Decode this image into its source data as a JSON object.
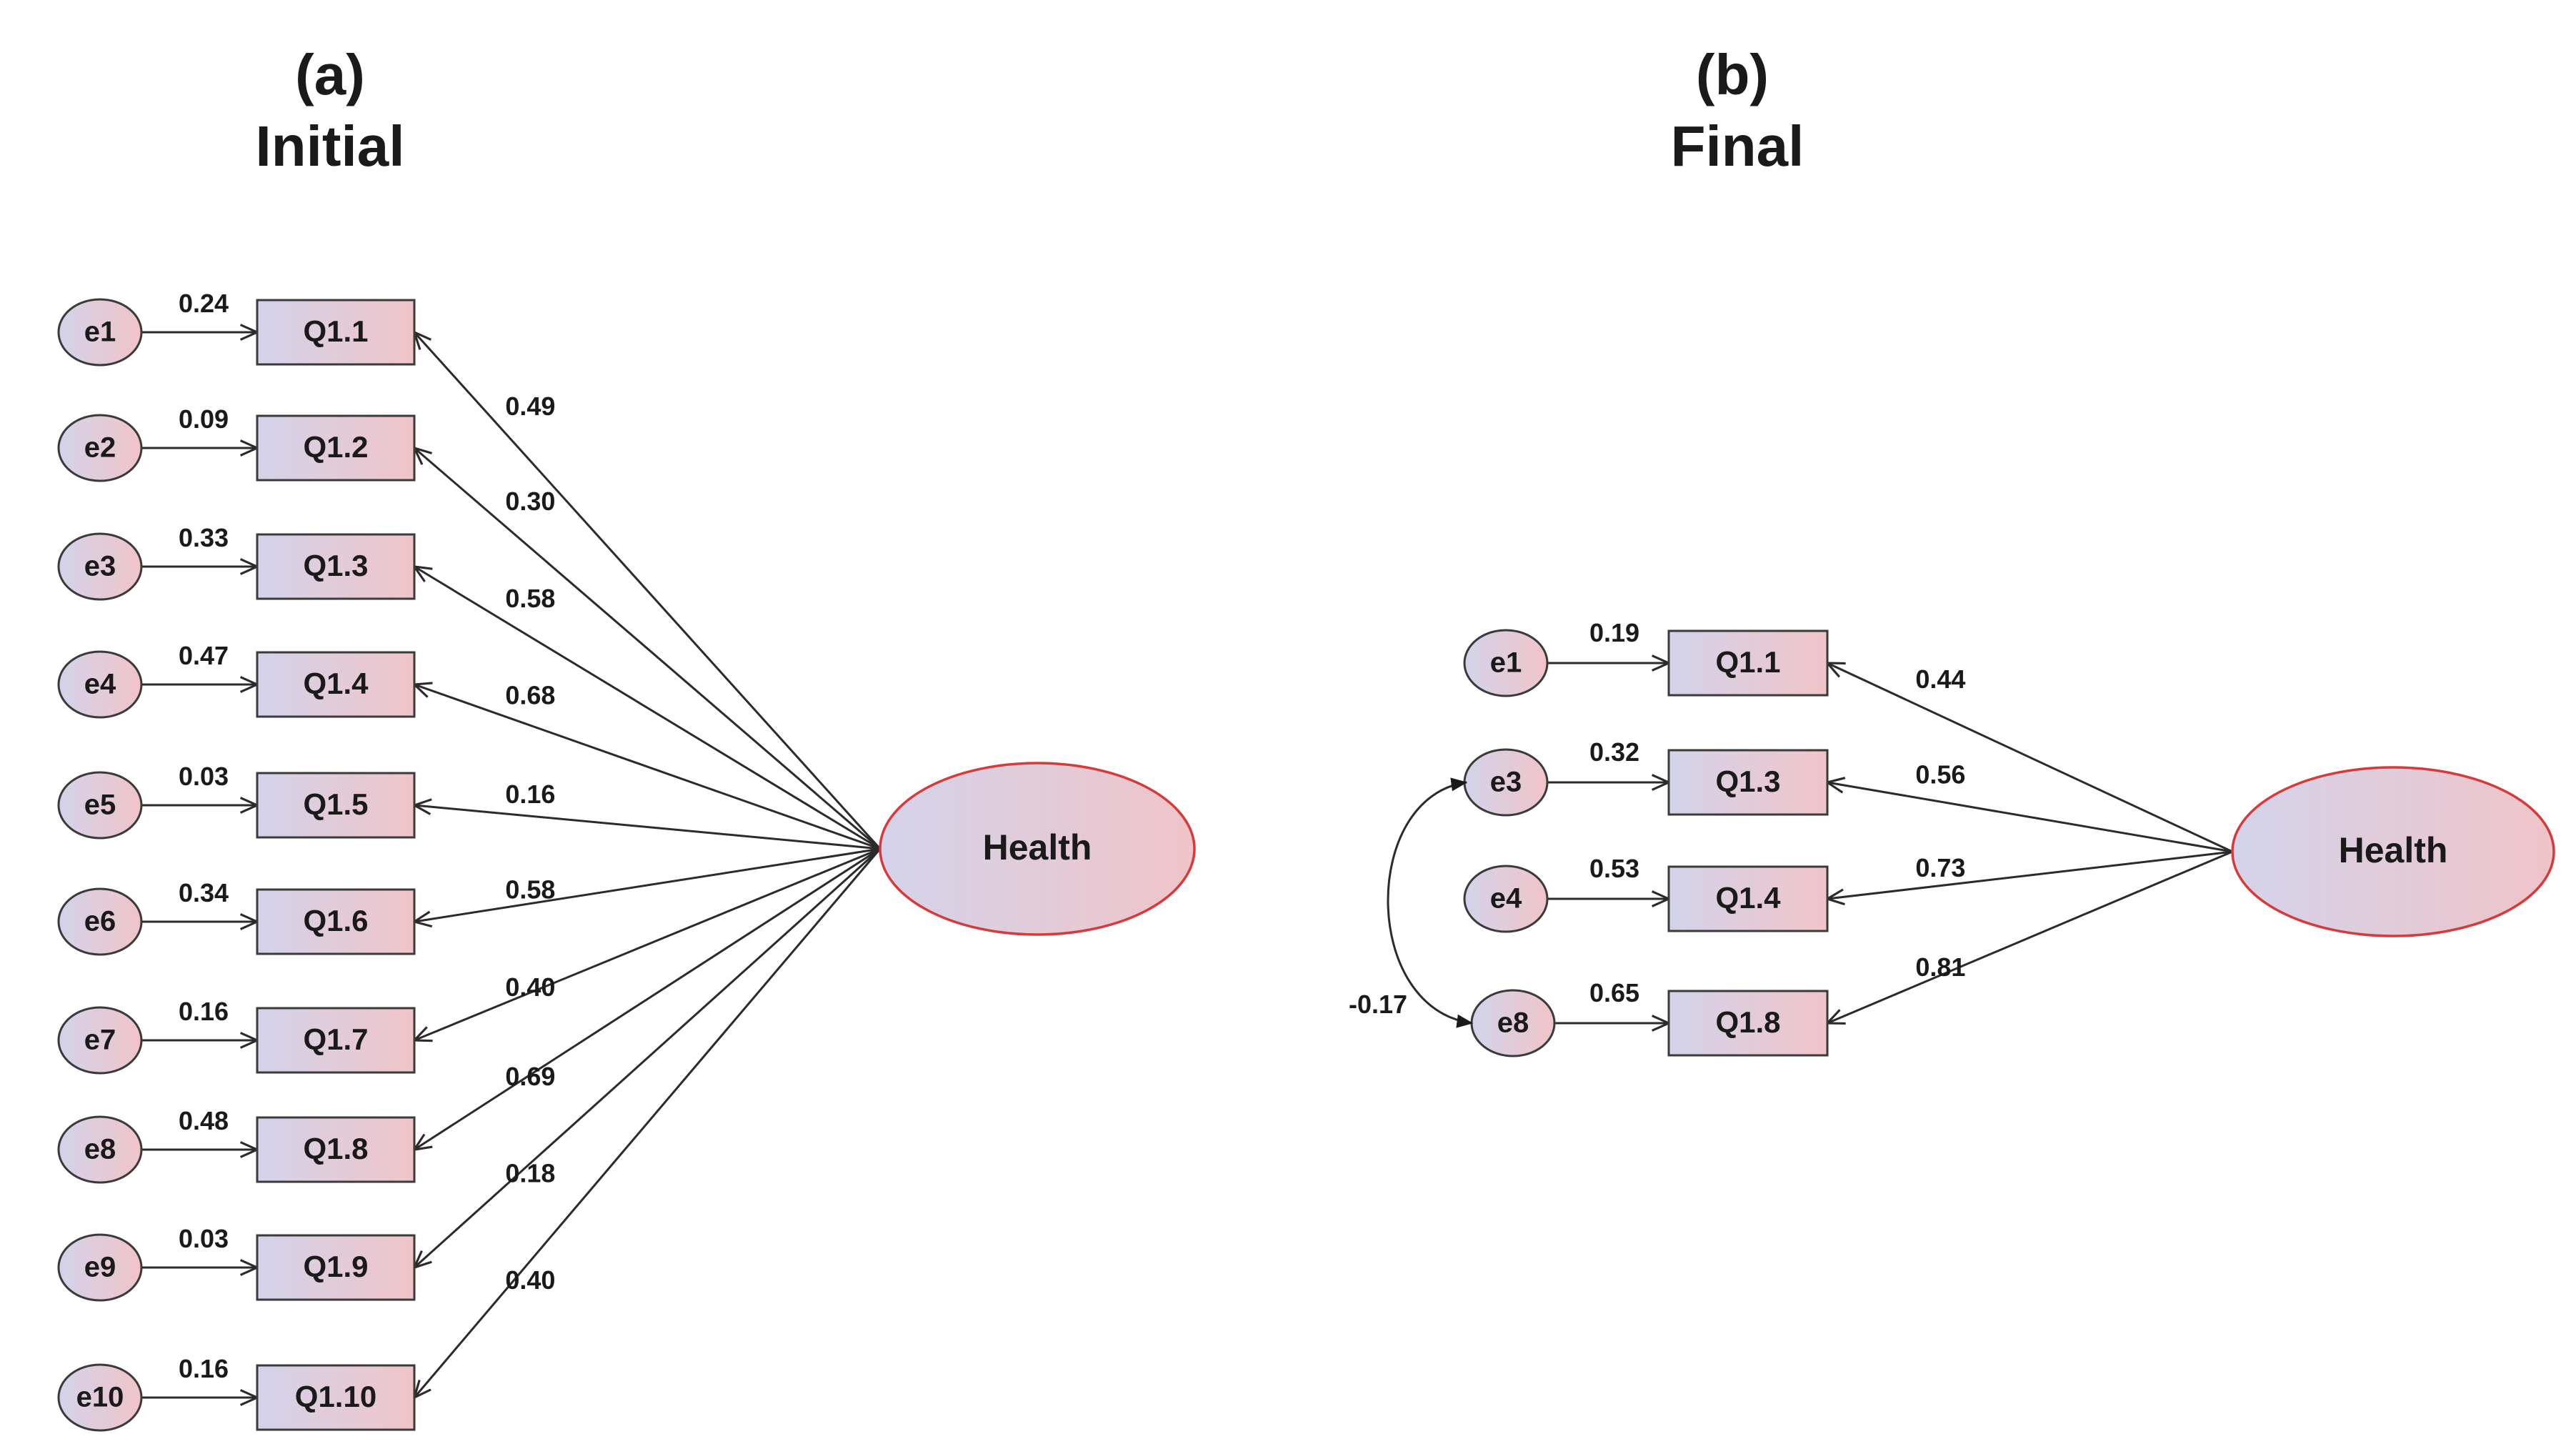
{
  "colors": {
    "gradient_start": "#d3d3ea",
    "gradient_end": "#f0c4c8",
    "latent_border": "#d63a3a",
    "line": "#2b2b2b"
  },
  "panel_a": {
    "label": "(a)",
    "subtitle": "Initial",
    "latent": "Health",
    "indicators": [
      {
        "error": "e1",
        "item": "Q1.1",
        "error_coef": "0.24",
        "loading": "0.49"
      },
      {
        "error": "e2",
        "item": "Q1.2",
        "error_coef": "0.09",
        "loading": "0.30"
      },
      {
        "error": "e3",
        "item": "Q1.3",
        "error_coef": "0.33",
        "loading": "0.58"
      },
      {
        "error": "e4",
        "item": "Q1.4",
        "error_coef": "0.47",
        "loading": "0.68"
      },
      {
        "error": "e5",
        "item": "Q1.5",
        "error_coef": "0.03",
        "loading": "0.16"
      },
      {
        "error": "e6",
        "item": "Q1.6",
        "error_coef": "0.34",
        "loading": "0.58"
      },
      {
        "error": "e7",
        "item": "Q1.7",
        "error_coef": "0.16",
        "loading": "0.40"
      },
      {
        "error": "e8",
        "item": "Q1.8",
        "error_coef": "0.48",
        "loading": "0.69"
      },
      {
        "error": "e9",
        "item": "Q1.9",
        "error_coef": "0.03",
        "loading": "0.18"
      },
      {
        "error": "e10",
        "item": "Q1.10",
        "error_coef": "0.16",
        "loading": "0.40"
      }
    ]
  },
  "panel_b": {
    "label": "(b)",
    "subtitle": "Final",
    "latent": "Health",
    "indicators": [
      {
        "error": "e1",
        "item": "Q1.1",
        "error_coef": "0.19",
        "loading": "0.44"
      },
      {
        "error": "e3",
        "item": "Q1.3",
        "error_coef": "0.32",
        "loading": "0.56"
      },
      {
        "error": "e4",
        "item": "Q1.4",
        "error_coef": "0.53",
        "loading": "0.73"
      },
      {
        "error": "e8",
        "item": "Q1.8",
        "error_coef": "0.65",
        "loading": "0.81"
      }
    ],
    "covariance": {
      "from": "e3",
      "to": "e8",
      "value": "-0.17"
    }
  }
}
